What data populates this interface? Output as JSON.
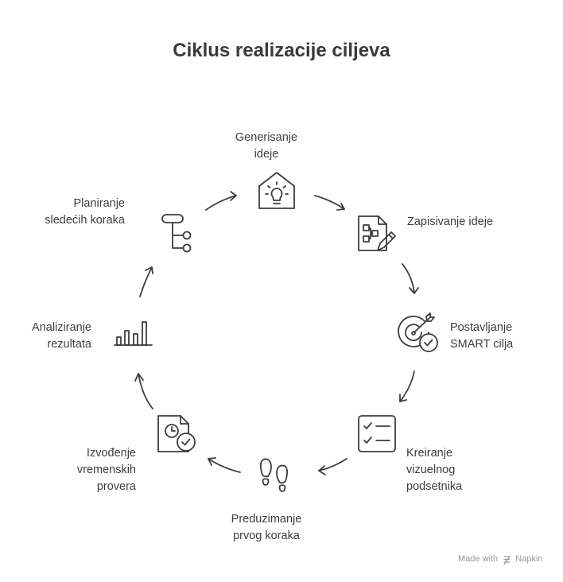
{
  "title": "Ciklus realizacije ciljeva",
  "steps": [
    {
      "lines": [
        "Generisanje",
        "ideje"
      ],
      "icon": "lightbulb-house-icon"
    },
    {
      "lines": [
        "Zapisivanje ideje"
      ],
      "icon": "document-edit-icon"
    },
    {
      "lines": [
        "Postavljanje",
        "SMART cilja"
      ],
      "icon": "target-check-icon"
    },
    {
      "lines": [
        "Kreiranje",
        "vizuelnog",
        "podsetnika"
      ],
      "icon": "checklist-icon"
    },
    {
      "lines": [
        "Preduzimanje",
        "prvog koraka"
      ],
      "icon": "footprints-icon"
    },
    {
      "lines": [
        "Izvođenje",
        "vremenskih",
        "provera"
      ],
      "icon": "clock-document-icon"
    },
    {
      "lines": [
        "Analiziranje",
        "rezultata"
      ],
      "icon": "bar-chart-icon"
    },
    {
      "lines": [
        "Planiranje",
        "sledećih koraka"
      ],
      "icon": "flow-steps-icon"
    }
  ],
  "footer": {
    "made_with": "Made with",
    "brand": "Napkin"
  }
}
